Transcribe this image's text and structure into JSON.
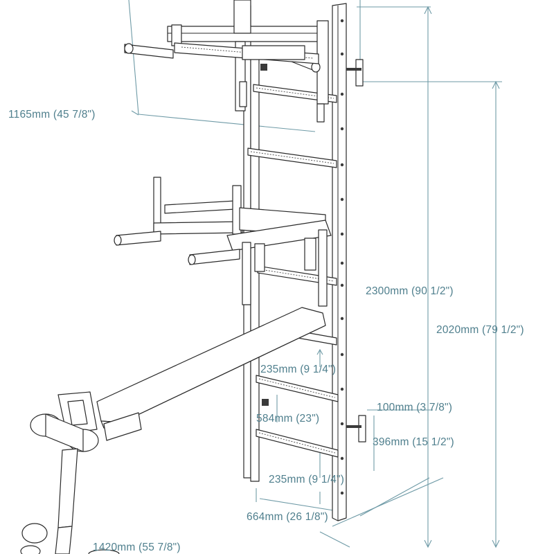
{
  "figure": {
    "colors": {
      "dimension_text": "#4f7f8d",
      "dimension_line": "#6e9aa6",
      "outline": "#2a2a2a",
      "background": "#ffffff"
    }
  },
  "dimensions": {
    "pullup_depth": "1165mm (45 7/8\")",
    "total_height": "2300mm (90 1/2\")",
    "wall_mount_height": "2020mm (79 1/2\")",
    "rung_spacing_upper": "235mm (9 1/4\")",
    "mount_offset": "100mm (3 7/8\")",
    "rung_offset": "584mm (23\")",
    "lower_mount_height": "396mm (15 1/2\")",
    "rung_spacing_lower": "235mm (9 1/4\")",
    "ladder_depth": "664mm (26 1/8\")",
    "bench_length": "1420mm (55 7/8\")"
  }
}
